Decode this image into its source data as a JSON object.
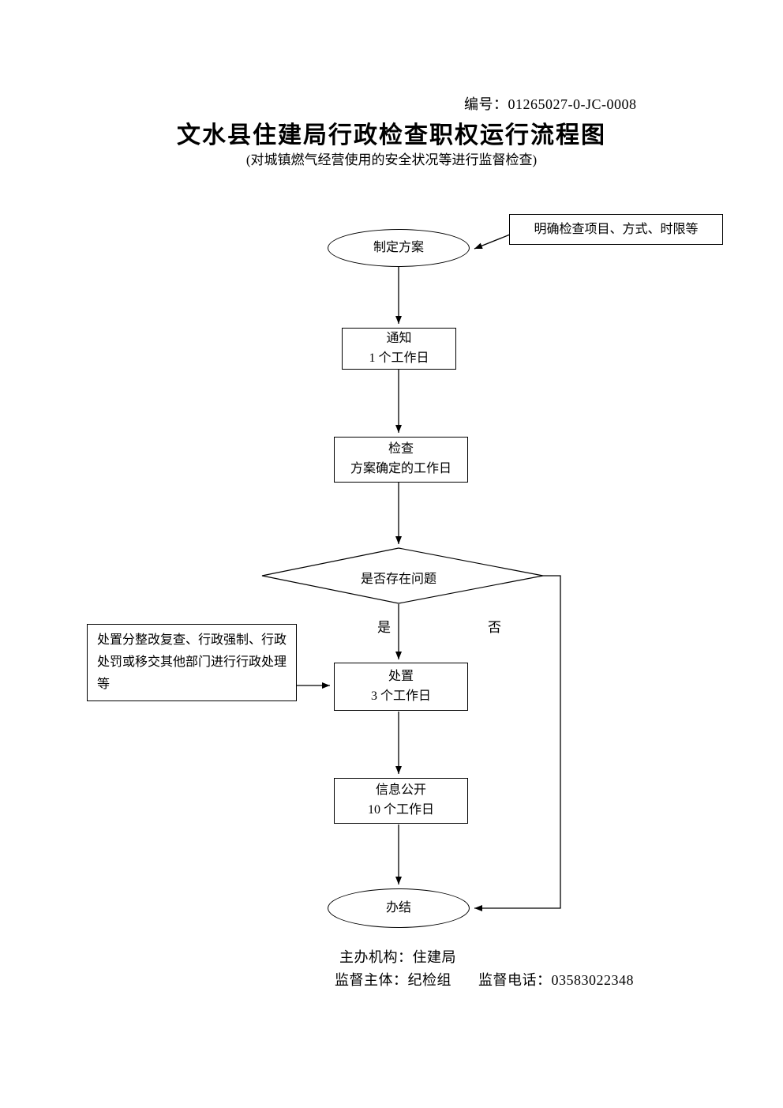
{
  "doc": {
    "code": "编号：01265027-0-JC-0008",
    "title": "文水县住建局行政检查职权运行流程图",
    "subtitle": "(对城镇燃气经营使用的安全状况等进行监督检查)"
  },
  "flow": {
    "start": "制定方案",
    "start_note": "明确检查项目、方式、时限等",
    "notify_line1": "通知",
    "notify_line2": "1 个工作日",
    "inspect_line1": "检查",
    "inspect_line2": "方案确定的工作日",
    "decision": "是否存在问题",
    "yes_label": "是",
    "no_label": "否",
    "handle_line1": "处置",
    "handle_line2": "3 个工作日",
    "handle_note": "处置分整改复查、行政强制、行政处罚或移交其他部门进行行政处理等",
    "publish_line1": "信息公开",
    "publish_line2": "10 个工作日",
    "end": "办结"
  },
  "footer": {
    "organizer": "主办机构：住建局",
    "supervisor": "监督主体：纪检组",
    "phone": "监督电话：03583022348"
  }
}
